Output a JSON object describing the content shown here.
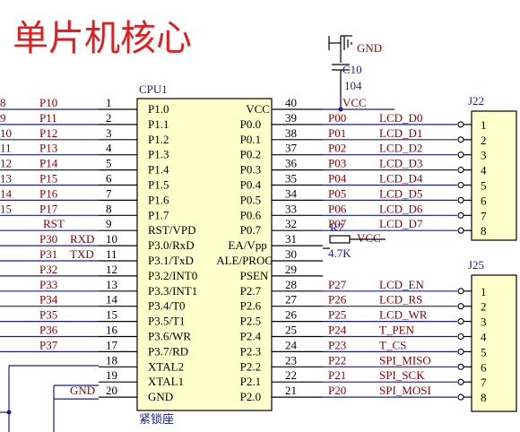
{
  "title": "单片机核心",
  "gnd_symbol_label": "GND",
  "capacitor": {
    "ref": "C10",
    "value": "104"
  },
  "vcc_net": "VCC",
  "cpu": {
    "ref": "CPU1",
    "socket_label": "紧锁座",
    "left_pins": [
      {
        "num": "1",
        "name": "P1.0",
        "net": "P10",
        "wire": "8"
      },
      {
        "num": "2",
        "name": "P1.1",
        "net": "P11",
        "wire": "9"
      },
      {
        "num": "3",
        "name": "P1.2",
        "net": "P12",
        "wire": "10"
      },
      {
        "num": "4",
        "name": "P1.3",
        "net": "P13",
        "wire": "11"
      },
      {
        "num": "5",
        "name": "P1.4",
        "net": "P14",
        "wire": "12"
      },
      {
        "num": "6",
        "name": "P1.5",
        "net": "P15",
        "wire": "13"
      },
      {
        "num": "7",
        "name": "P1.6",
        "net": "P16",
        "wire": "14"
      },
      {
        "num": "8",
        "name": "P1.7",
        "net": "P17",
        "wire": "15"
      },
      {
        "num": "9",
        "name": "RST/VPD",
        "net": "RST",
        "wire": ""
      },
      {
        "num": "10",
        "name": "P3.0/RxD",
        "net": "P30",
        "net2": "RXD",
        "wire": ""
      },
      {
        "num": "11",
        "name": "P3.1/TxD",
        "net": "P31",
        "net2": "TXD",
        "wire": ""
      },
      {
        "num": "12",
        "name": "P3.2/INT0",
        "net": "P32",
        "wire": ""
      },
      {
        "num": "13",
        "name": "P3.3/INT1",
        "net": "P33",
        "wire": ""
      },
      {
        "num": "14",
        "name": "P3.4/T0",
        "net": "P34",
        "wire": ""
      },
      {
        "num": "15",
        "name": "P3.5/T1",
        "net": "P35",
        "wire": ""
      },
      {
        "num": "16",
        "name": "P3.6/WR",
        "net": "P36",
        "wire": ""
      },
      {
        "num": "17",
        "name": "P3.7/RD",
        "net": "P37",
        "wire": ""
      },
      {
        "num": "18",
        "name": "XTAL2",
        "net": "",
        "wire": ""
      },
      {
        "num": "19",
        "name": "XTAL1",
        "net": "",
        "wire": ""
      },
      {
        "num": "20",
        "name": "GND",
        "net": "GND",
        "wire": ""
      }
    ],
    "right_pins": [
      {
        "num": "40",
        "name": "VCC",
        "net": "VCC",
        "sig": ""
      },
      {
        "num": "39",
        "name": "P0.0",
        "net": "P00",
        "sig": "LCD_D0"
      },
      {
        "num": "38",
        "name": "P0.1",
        "net": "P01",
        "sig": "LCD_D1"
      },
      {
        "num": "37",
        "name": "P0.2",
        "net": "P02",
        "sig": "LCD_D2"
      },
      {
        "num": "36",
        "name": "P0.3",
        "net": "P03",
        "sig": "LCD_D3"
      },
      {
        "num": "35",
        "name": "P0.4",
        "net": "P04",
        "sig": "LCD_D4"
      },
      {
        "num": "34",
        "name": "P0.5",
        "net": "P05",
        "sig": "LCD_D5"
      },
      {
        "num": "33",
        "name": "P0.6",
        "net": "P06",
        "sig": "LCD_D6"
      },
      {
        "num": "32",
        "name": "P0.7",
        "net": "P07",
        "sig": "LCD_D7"
      },
      {
        "num": "31",
        "name": "EA/Vpp",
        "net": "",
        "sig": ""
      },
      {
        "num": "30",
        "name": "ALE/PROG",
        "net": "",
        "sig": ""
      },
      {
        "num": "29",
        "name": "PSEN",
        "net": "",
        "sig": ""
      },
      {
        "num": "28",
        "name": "P2.7",
        "net": "P27",
        "sig": "LCD_EN"
      },
      {
        "num": "27",
        "name": "P2.6",
        "net": "P26",
        "sig": "LCD_RS"
      },
      {
        "num": "26",
        "name": "P2.5",
        "net": "P25",
        "sig": "LCD_WR"
      },
      {
        "num": "25",
        "name": "P2.4",
        "net": "P24",
        "sig": "T_PEN"
      },
      {
        "num": "24",
        "name": "P2.3",
        "net": "P23",
        "sig": "T_CS"
      },
      {
        "num": "23",
        "name": "P2.2",
        "net": "P22",
        "sig": "SPI_MISO"
      },
      {
        "num": "22",
        "name": "P2.1",
        "net": "P21",
        "sig": "SPI_SCK"
      },
      {
        "num": "21",
        "name": "P2.0",
        "net": "P20",
        "sig": "SPI_MOSI"
      }
    ]
  },
  "resistor": {
    "ref": "R7",
    "value": "4.7K",
    "net": "VCC"
  },
  "j22": {
    "ref": "J22",
    "pins": [
      "1",
      "2",
      "3",
      "4",
      "5",
      "6",
      "7",
      "8"
    ]
  },
  "j25": {
    "ref": "J25",
    "pins": [
      "1",
      "2",
      "3",
      "4",
      "5",
      "6",
      "7",
      "8"
    ]
  }
}
